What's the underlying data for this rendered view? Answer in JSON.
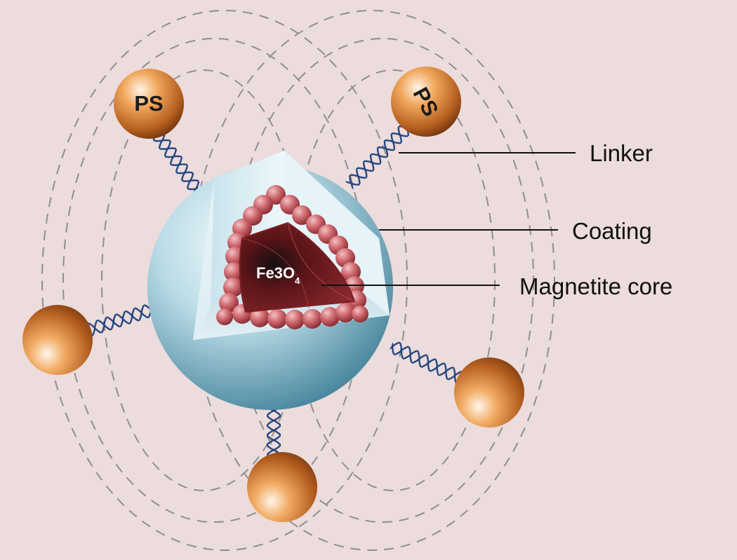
{
  "diagram": {
    "labels": {
      "linker": "Linker",
      "coating": "Coating",
      "core": "Magnetite core"
    },
    "core_formula": {
      "main": "Fe3O",
      "subscript": "4"
    },
    "particle_label": "PS",
    "colors": {
      "background": "#ecdcdc",
      "coating": "#a9cfdc",
      "core": "#6e1a1e",
      "beads": "#c9646a",
      "linker": "#24457f",
      "particle": "#c06a26",
      "field_lines": "#8a8a8a"
    }
  }
}
